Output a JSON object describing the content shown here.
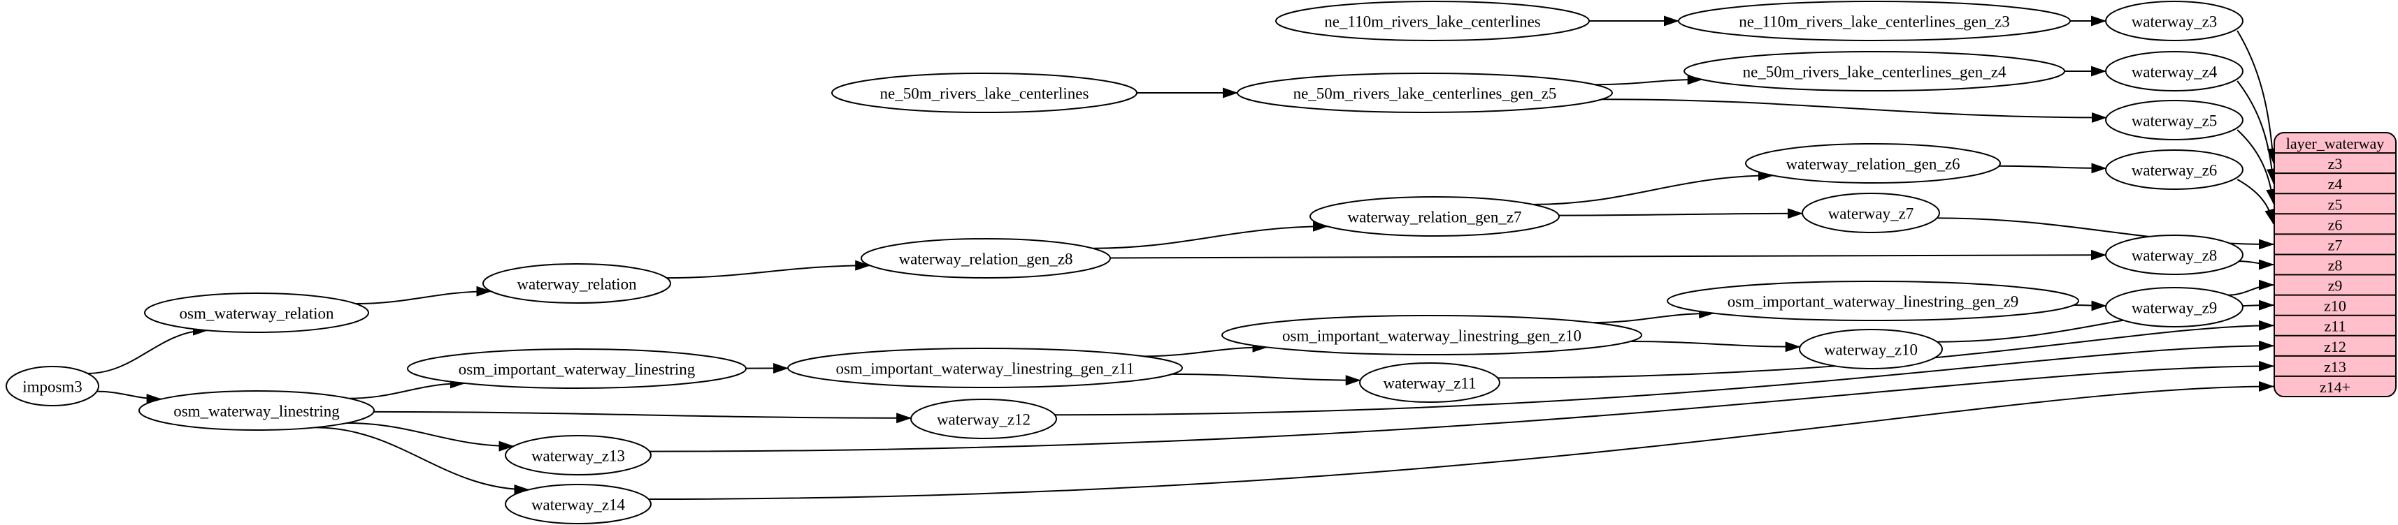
{
  "diagram": {
    "colors": {
      "background": "#ffffff",
      "node_fill": "#ffffff",
      "node_stroke": "#000000",
      "edge": "#000000",
      "table_fill": "#ffc0cb",
      "table_stroke": "#000000",
      "text": "#000000"
    },
    "nodes": [
      {
        "id": "imposm3",
        "label": "imposm3"
      },
      {
        "id": "osm_waterway_relation",
        "label": "osm_waterway_relation"
      },
      {
        "id": "osm_waterway_linestring",
        "label": "osm_waterway_linestring"
      },
      {
        "id": "waterway_relation",
        "label": "waterway_relation"
      },
      {
        "id": "osm_important_waterway_linestring",
        "label": "osm_important_waterway_linestring"
      },
      {
        "id": "waterway_z13",
        "label": "waterway_z13"
      },
      {
        "id": "waterway_z14",
        "label": "waterway_z14"
      },
      {
        "id": "waterway_relation_gen_z8",
        "label": "waterway_relation_gen_z8"
      },
      {
        "id": "osm_important_waterway_linestring_gen_z11",
        "label": "osm_important_waterway_linestring_gen_z11"
      },
      {
        "id": "waterway_z12",
        "label": "waterway_z12"
      },
      {
        "id": "ne_50m_rivers_lake_centerlines",
        "label": "ne_50m_rivers_lake_centerlines"
      },
      {
        "id": "ne_110m_rivers_lake_centerlines",
        "label": "ne_110m_rivers_lake_centerlines"
      },
      {
        "id": "ne_50m_rivers_lake_centerlines_gen_z5",
        "label": "ne_50m_rivers_lake_centerlines_gen_z5"
      },
      {
        "id": "waterway_relation_gen_z7",
        "label": "waterway_relation_gen_z7"
      },
      {
        "id": "osm_important_waterway_linestring_gen_z10",
        "label": "osm_important_waterway_linestring_gen_z10"
      },
      {
        "id": "waterway_z11",
        "label": "waterway_z11"
      },
      {
        "id": "ne_110m_rivers_lake_centerlines_gen_z3",
        "label": "ne_110m_rivers_lake_centerlines_gen_z3"
      },
      {
        "id": "ne_50m_rivers_lake_centerlines_gen_z4",
        "label": "ne_50m_rivers_lake_centerlines_gen_z4"
      },
      {
        "id": "waterway_relation_gen_z6",
        "label": "waterway_relation_gen_z6"
      },
      {
        "id": "waterway_z7",
        "label": "waterway_z7"
      },
      {
        "id": "osm_important_waterway_linestring_gen_z9",
        "label": "osm_important_waterway_linestring_gen_z9"
      },
      {
        "id": "waterway_z10",
        "label": "waterway_z10"
      },
      {
        "id": "waterway_z3",
        "label": "waterway_z3"
      },
      {
        "id": "waterway_z4",
        "label": "waterway_z4"
      },
      {
        "id": "waterway_z5",
        "label": "waterway_z5"
      },
      {
        "id": "waterway_z6",
        "label": "waterway_z6"
      },
      {
        "id": "waterway_z8",
        "label": "waterway_z8"
      },
      {
        "id": "waterway_z9",
        "label": "waterway_z9"
      }
    ],
    "edges": [
      {
        "from": "imposm3",
        "to": "osm_waterway_relation"
      },
      {
        "from": "imposm3",
        "to": "osm_waterway_linestring"
      },
      {
        "from": "osm_waterway_relation",
        "to": "waterway_relation"
      },
      {
        "from": "waterway_relation",
        "to": "waterway_relation_gen_z8"
      },
      {
        "from": "waterway_relation_gen_z8",
        "to": "waterway_relation_gen_z7"
      },
      {
        "from": "waterway_relation_gen_z8",
        "to": "waterway_z8"
      },
      {
        "from": "waterway_relation_gen_z7",
        "to": "waterway_relation_gen_z6"
      },
      {
        "from": "waterway_relation_gen_z7",
        "to": "waterway_z7"
      },
      {
        "from": "waterway_relation_gen_z6",
        "to": "waterway_z6"
      },
      {
        "from": "osm_waterway_linestring",
        "to": "osm_important_waterway_linestring"
      },
      {
        "from": "osm_waterway_linestring",
        "to": "waterway_z12"
      },
      {
        "from": "osm_waterway_linestring",
        "to": "waterway_z13"
      },
      {
        "from": "osm_waterway_linestring",
        "to": "waterway_z14"
      },
      {
        "from": "osm_important_waterway_linestring",
        "to": "osm_important_waterway_linestring_gen_z11"
      },
      {
        "from": "osm_important_waterway_linestring_gen_z11",
        "to": "osm_important_waterway_linestring_gen_z10"
      },
      {
        "from": "osm_important_waterway_linestring_gen_z11",
        "to": "waterway_z11"
      },
      {
        "from": "osm_important_waterway_linestring_gen_z10",
        "to": "osm_important_waterway_linestring_gen_z9"
      },
      {
        "from": "osm_important_waterway_linestring_gen_z10",
        "to": "waterway_z10"
      },
      {
        "from": "osm_important_waterway_linestring_gen_z9",
        "to": "waterway_z9"
      },
      {
        "from": "ne_110m_rivers_lake_centerlines",
        "to": "ne_110m_rivers_lake_centerlines_gen_z3"
      },
      {
        "from": "ne_110m_rivers_lake_centerlines_gen_z3",
        "to": "waterway_z3"
      },
      {
        "from": "ne_50m_rivers_lake_centerlines",
        "to": "ne_50m_rivers_lake_centerlines_gen_z5"
      },
      {
        "from": "ne_50m_rivers_lake_centerlines_gen_z5",
        "to": "ne_50m_rivers_lake_centerlines_gen_z4"
      },
      {
        "from": "ne_50m_rivers_lake_centerlines_gen_z5",
        "to": "waterway_z5"
      },
      {
        "from": "ne_50m_rivers_lake_centerlines_gen_z4",
        "to": "waterway_z4"
      },
      {
        "from": "waterway_z3",
        "to": "layer_waterway.z3"
      },
      {
        "from": "waterway_z4",
        "to": "layer_waterway.z4"
      },
      {
        "from": "waterway_z5",
        "to": "layer_waterway.z5"
      },
      {
        "from": "waterway_z6",
        "to": "layer_waterway.z6"
      },
      {
        "from": "waterway_z7",
        "to": "layer_waterway.z7"
      },
      {
        "from": "waterway_z8",
        "to": "layer_waterway.z8"
      },
      {
        "from": "waterway_z9",
        "to": "layer_waterway.z9"
      },
      {
        "from": "waterway_z10",
        "to": "layer_waterway.z10"
      },
      {
        "from": "waterway_z11",
        "to": "layer_waterway.z11"
      },
      {
        "from": "waterway_z12",
        "to": "layer_waterway.z12"
      },
      {
        "from": "waterway_z13",
        "to": "layer_waterway.z13"
      },
      {
        "from": "waterway_z14",
        "to": "layer_waterway.z14+"
      }
    ],
    "table": {
      "id": "layer_waterway",
      "title": "layer_waterway",
      "rows": [
        "z3",
        "z4",
        "z5",
        "z6",
        "z7",
        "z8",
        "z9",
        "z10",
        "z11",
        "z12",
        "z13",
        "z14+"
      ]
    }
  }
}
